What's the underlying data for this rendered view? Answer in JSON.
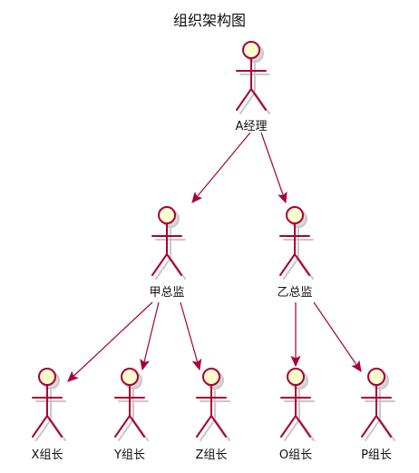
{
  "title": "组织架构图",
  "colors": {
    "actor_fill": "#FEFECE",
    "actor_stroke": "#A80036",
    "edge": "#A80036",
    "text": "#111111"
  },
  "nodes": [
    {
      "id": "a",
      "label": "A经理"
    },
    {
      "id": "jia",
      "label": "甲总监"
    },
    {
      "id": "yi",
      "label": "乙总监"
    },
    {
      "id": "x",
      "label": "X组长"
    },
    {
      "id": "y",
      "label": "Y组长"
    },
    {
      "id": "z",
      "label": "Z组长"
    },
    {
      "id": "o",
      "label": "O组长"
    },
    {
      "id": "p",
      "label": "P组长"
    }
  ],
  "edges": [
    {
      "from": "A经理",
      "to": "甲总监"
    },
    {
      "from": "A经理",
      "to": "乙总监"
    },
    {
      "from": "甲总监",
      "to": "X组长"
    },
    {
      "from": "甲总监",
      "to": "Y组长"
    },
    {
      "from": "甲总监",
      "to": "Z组长"
    },
    {
      "from": "乙总监",
      "to": "O组长"
    },
    {
      "from": "乙总监",
      "to": "P组长"
    }
  ]
}
